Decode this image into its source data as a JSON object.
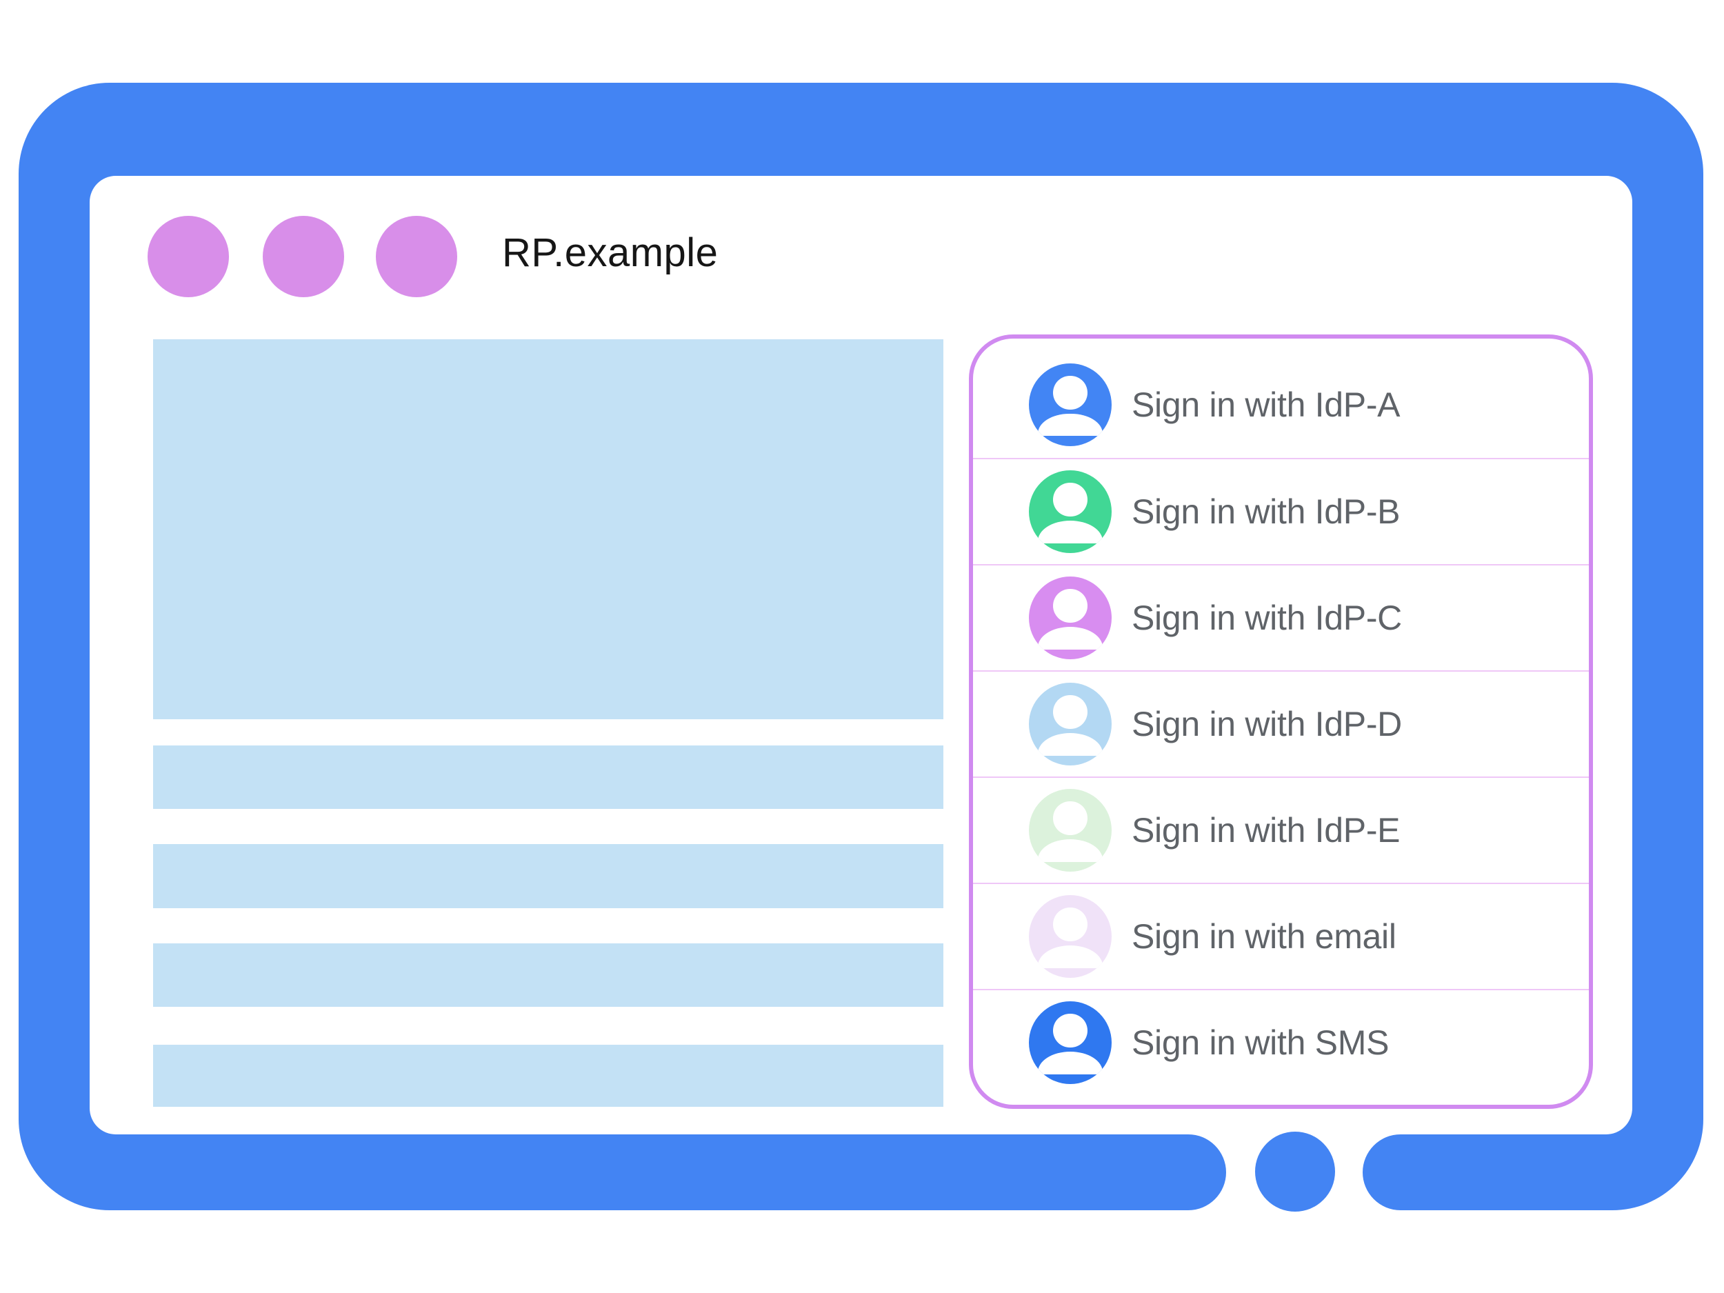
{
  "window": {
    "title": "RP.example",
    "control_dots": 3
  },
  "signin_panel": {
    "options": [
      {
        "id": "idp-a",
        "label": "Sign in with IdP-A",
        "avatar_color": "#4285f4"
      },
      {
        "id": "idp-b",
        "label": "Sign in with IdP-B",
        "avatar_color": "#41d795"
      },
      {
        "id": "idp-c",
        "label": "Sign in with IdP-C",
        "avatar_color": "#d88df0"
      },
      {
        "id": "idp-d",
        "label": "Sign in with IdP-D",
        "avatar_color": "#b3d8f3"
      },
      {
        "id": "idp-e",
        "label": "Sign in with IdP-E",
        "avatar_color": "#dcf2dc"
      },
      {
        "id": "email",
        "label": "Sign in with email",
        "avatar_color": "#f0e2f8"
      },
      {
        "id": "sms",
        "label": "Sign in with SMS",
        "avatar_color": "#2f78f0"
      }
    ]
  },
  "colors": {
    "frame_blue": "#4384f3",
    "dot_purple": "#d88ee9",
    "block_blue": "#c3e1f5",
    "panel_border": "#d08af0",
    "divider": "#efc7f7",
    "label_gray": "#5f6368",
    "title_color": "#161616"
  }
}
